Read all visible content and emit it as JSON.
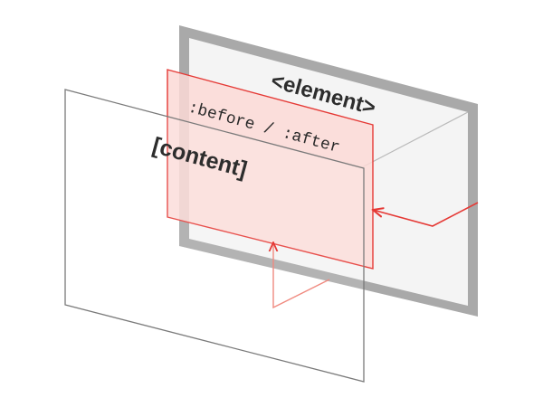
{
  "labels": {
    "element": "<element>",
    "pseudo": ":before / :after",
    "content": "[content]"
  },
  "colors": {
    "background": "#ffffff",
    "element_frame": "#a9a9a9",
    "element_fill": "#f4f4f4",
    "pseudo_stroke": "#e53935",
    "pseudo_fill": "#fbd9d6",
    "content_stroke": "#7a7a7a",
    "arrow": "#e53935"
  }
}
